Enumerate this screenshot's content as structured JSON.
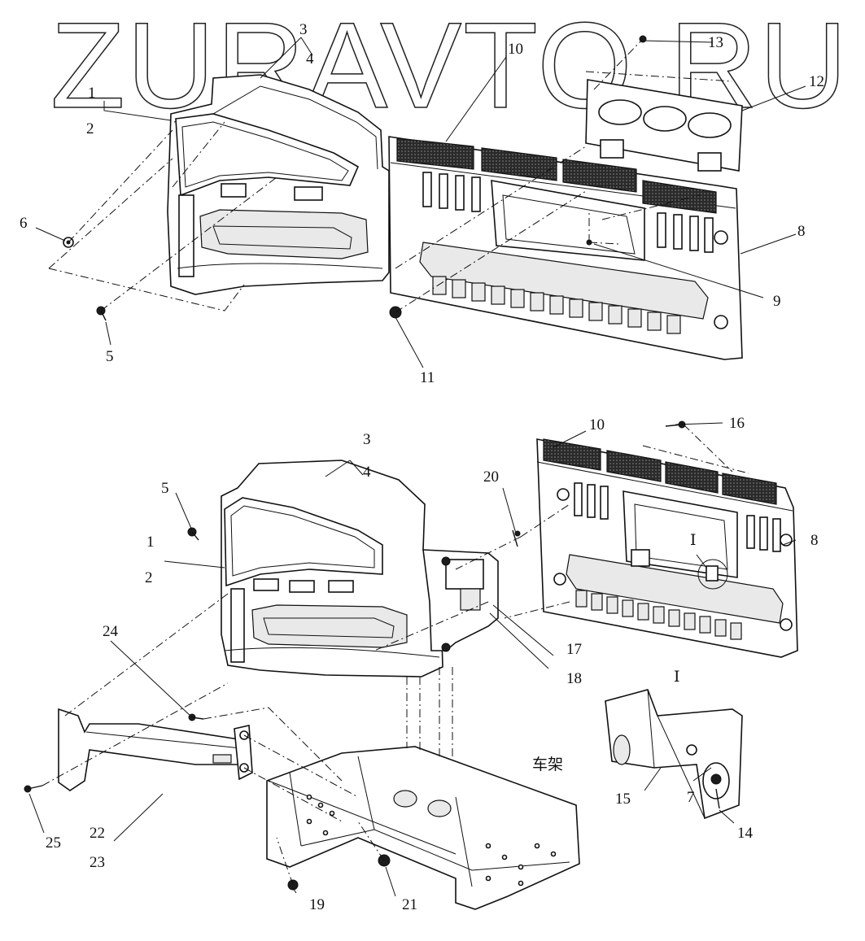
{
  "watermark": "ZURAVTO.RU",
  "frame_label": "车架",
  "detail_label": "Ⅰ",
  "callouts": {
    "top": [
      "1",
      "2",
      "3",
      "4",
      "5",
      "6",
      "8",
      "9",
      "10",
      "11",
      "12",
      "13"
    ],
    "bottom": [
      "1",
      "2",
      "3",
      "4",
      "5",
      "7",
      "8",
      "10",
      "14",
      "15",
      "16",
      "17",
      "18",
      "19",
      "20",
      "21",
      "22",
      "23",
      "24",
      "25"
    ]
  }
}
